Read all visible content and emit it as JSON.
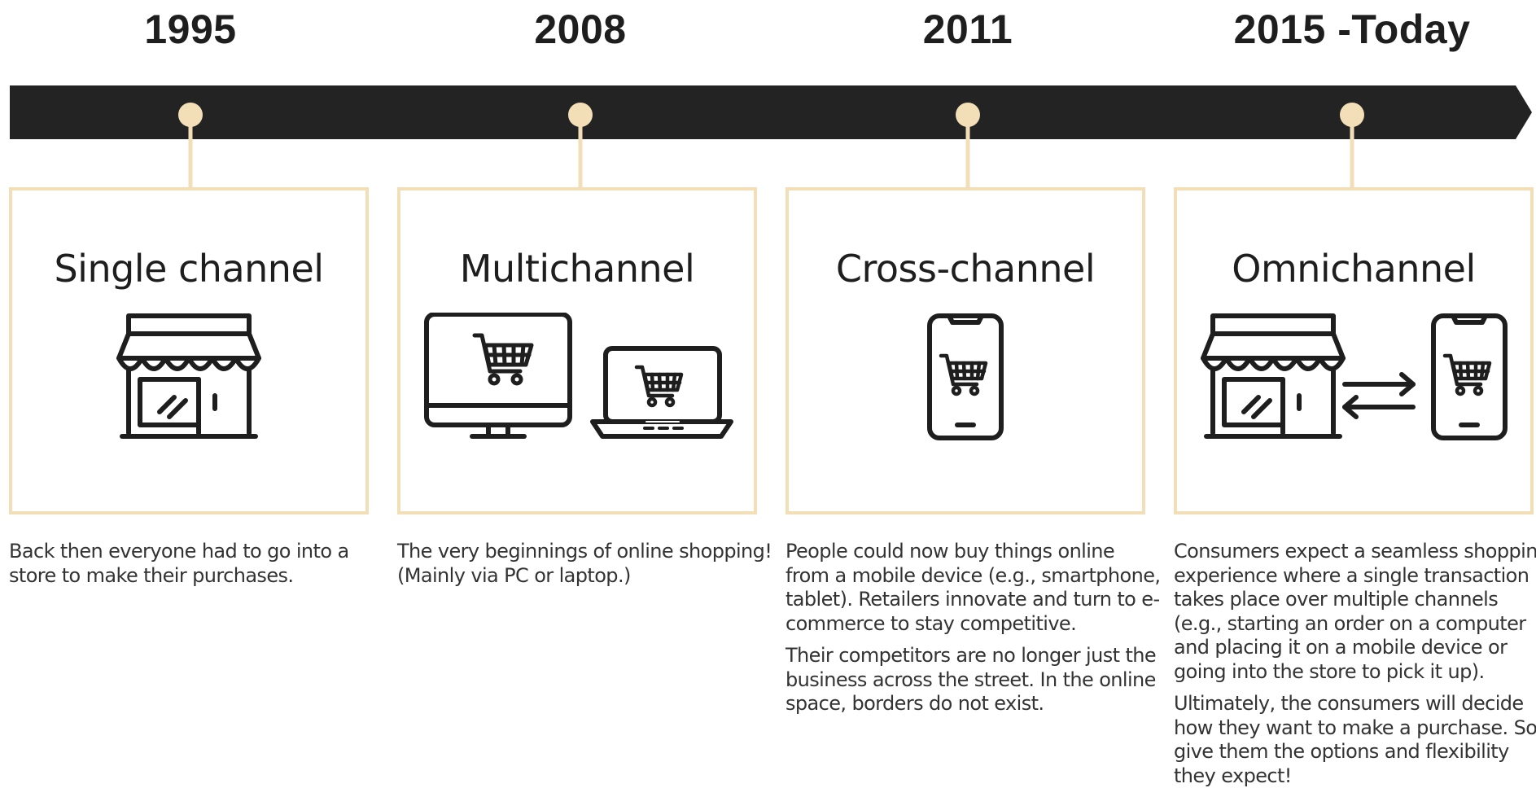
{
  "colors": {
    "arrow": "#232323",
    "accent": "#f3dfb7",
    "text": "#1e1e1e",
    "body_text": "#333333"
  },
  "timeline": [
    {
      "year": "1995",
      "title": "Single channel",
      "icons": [
        "storefront-icon"
      ],
      "description": [
        "Back then everyone had to go into a store to make their purchases."
      ]
    },
    {
      "year": "2008",
      "title": "Multichannel",
      "icons": [
        "desktop-cart-icon",
        "laptop-cart-icon"
      ],
      "description": [
        "The very beginnings of online shopping! (Mainly via PC or laptop.)"
      ]
    },
    {
      "year": "2011",
      "title": "Cross-channel",
      "icons": [
        "smartphone-cart-icon"
      ],
      "description": [
        "People could now buy things online from a mobile device (e.g., smartphone, tablet). Retailers innovate and turn to e-commerce to stay competitive.",
        "Their competitors are no longer just the business across the street. In the online space, borders do not exist."
      ]
    },
    {
      "year": "2015 -Today",
      "title": "Omnichannel",
      "icons": [
        "storefront-icon",
        "exchange-arrows-icon",
        "smartphone-cart-icon"
      ],
      "description": [
        "Consumers expect a seamless shopping experience where a single transaction takes place over multiple channels (e.g., starting an order on a computer and placing it on a mobile device or going into the store to pick it up).",
        "Ultimately, the consumers will decide how they want to make a purchase. So give them the options and flexibility they expect!"
      ]
    }
  ]
}
